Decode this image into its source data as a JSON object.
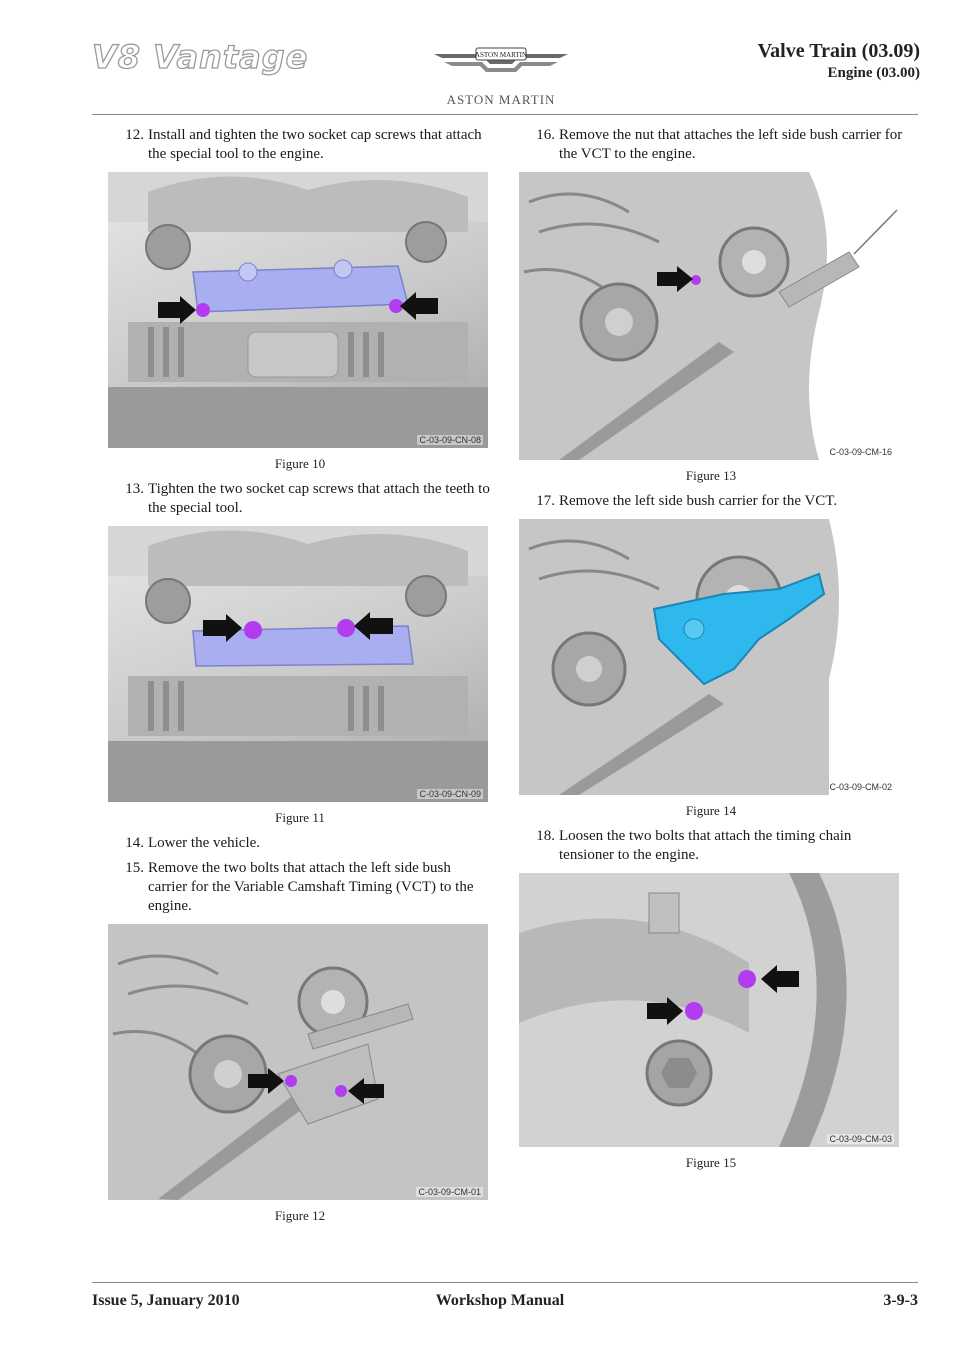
{
  "header": {
    "model_logo": "V8 Vantage",
    "brand_emblem_text": "ASTON MARTIN",
    "brand_name": "ASTON MARTIN",
    "section_title": "Valve Train (03.09)",
    "section_subtitle": "Engine (03.00)"
  },
  "steps": [
    {
      "num": "12.",
      "text": "Install and tighten the two socket cap screws that attach the special tool to the engine."
    },
    {
      "num": "13.",
      "text": "Tighten the two socket cap screws that attach the teeth to the special tool."
    },
    {
      "num": "14.",
      "text": "Lower the vehicle."
    },
    {
      "num": "15.",
      "text": "Remove the two bolts that attach the left side bush carrier for the Variable Camshaft Timing (VCT) to the engine."
    },
    {
      "num": "16.",
      "text": "Remove the nut that attaches the left side bush carrier for the VCT to the engine."
    },
    {
      "num": "17.",
      "text": "Remove the left side bush carrier for the VCT."
    },
    {
      "num": "18.",
      "text": "Loosen the two bolts that attach the timing chain tensioner to the engine."
    }
  ],
  "figures": [
    {
      "caption": "Figure 10",
      "code": "C-03-09-CN-08"
    },
    {
      "caption": "Figure 11",
      "code": "C-03-09-CN-09"
    },
    {
      "caption": "Figure 12",
      "code": "C-03-09-CM-01"
    },
    {
      "caption": "Figure 13",
      "code": "C-03-09-CM-16"
    },
    {
      "caption": "Figure 14",
      "code": "C-03-09-CM-02"
    },
    {
      "caption": "Figure 15",
      "code": "C-03-09-CM-03"
    }
  ],
  "footer": {
    "issue": "Issue 5, January 2010",
    "manual": "Workshop Manual",
    "page": "3-9-3"
  },
  "colors": {
    "highlight_purple": "#b23cf0",
    "tool_blue": "#a9aef0",
    "carrier_cyan": "#2fb8ee"
  }
}
